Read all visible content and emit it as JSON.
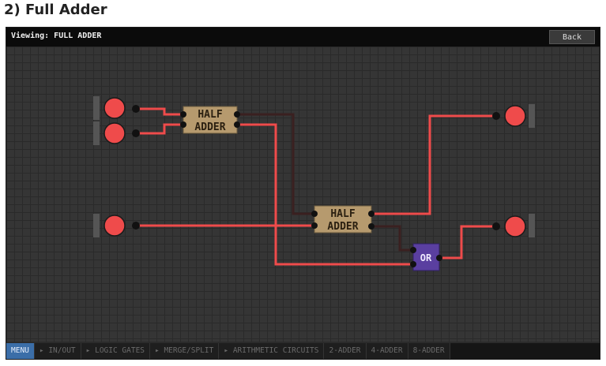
{
  "page": {
    "heading": "2) Full Adder"
  },
  "topbar": {
    "viewing": "Viewing: FULL ADDER",
    "back_label": "Back"
  },
  "gates": {
    "half_adder_1": {
      "line1": "HALF",
      "line2": "ADDER"
    },
    "half_adder_2": {
      "line1": "HALF",
      "line2": "ADDER"
    },
    "or_gate": {
      "label": "OR"
    }
  },
  "bottom_tabs": [
    {
      "label": "MENU",
      "active": true
    },
    {
      "label": "▸ IN/OUT"
    },
    {
      "label": "▸ LOGIC GATES"
    },
    {
      "label": "▸ MERGE/SPLIT"
    },
    {
      "label": "▸ ARITHMETIC CIRCUITS"
    },
    {
      "label": "2-ADDER"
    },
    {
      "label": "4-ADDER"
    },
    {
      "label": "8-ADDER"
    }
  ],
  "colors": {
    "wire_on": "#ef4b4b",
    "wire_off": "#3a2020",
    "node": "#ef4b4b",
    "gate": "#b69a6e",
    "or_gate": "#5a3fa0",
    "menu_active": "#3b6ea8"
  }
}
